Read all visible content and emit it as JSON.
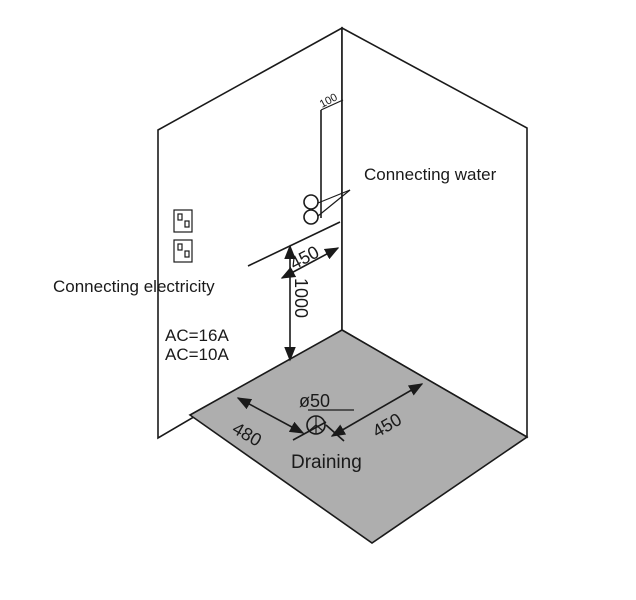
{
  "labels": {
    "connecting_water": "Connecting water",
    "connecting_electricity": "Connecting electricity",
    "ac_16a": "AC=16A",
    "ac_10a": "AC=10A",
    "draining": "Draining",
    "drain_diameter": "ø50"
  },
  "dimensions": {
    "top_offset": "100",
    "water_horizontal": "450",
    "water_height": "1000",
    "drain_left": "480",
    "drain_right": "450"
  },
  "colors": {
    "floor": "#aeaeae",
    "line": "#1a1a1a"
  }
}
